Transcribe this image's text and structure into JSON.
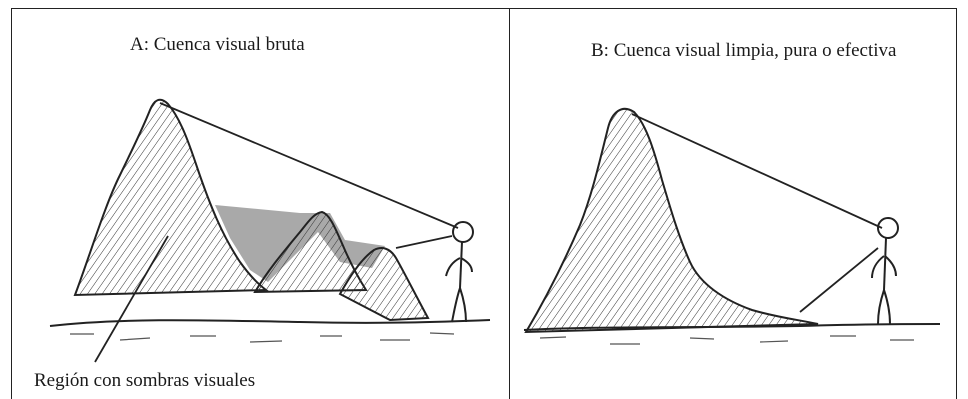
{
  "panel_a": {
    "title": "A: Cuenca visual bruta"
  },
  "panel_b": {
    "title": "B: Cuenca visual limpia, pura o efectiva"
  },
  "annotation": {
    "shadow_region": "Región con sombras visuales"
  }
}
